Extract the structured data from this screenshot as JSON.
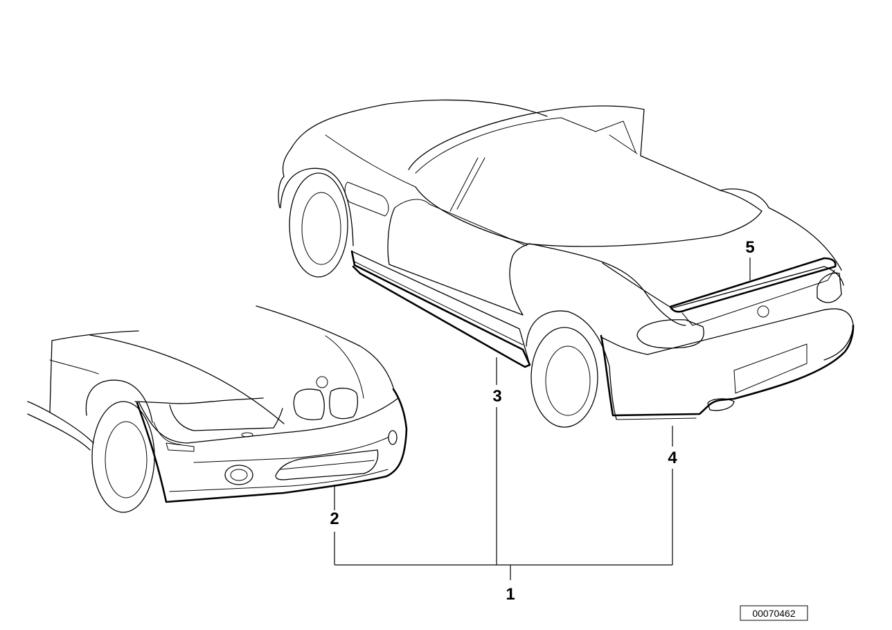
{
  "callouts": {
    "c1": "1",
    "c2": "2",
    "c3": "3",
    "c4": "4",
    "c5": "5"
  },
  "reference_id": "00070462",
  "colors": {
    "line": "#000000",
    "background": "#ffffff"
  }
}
